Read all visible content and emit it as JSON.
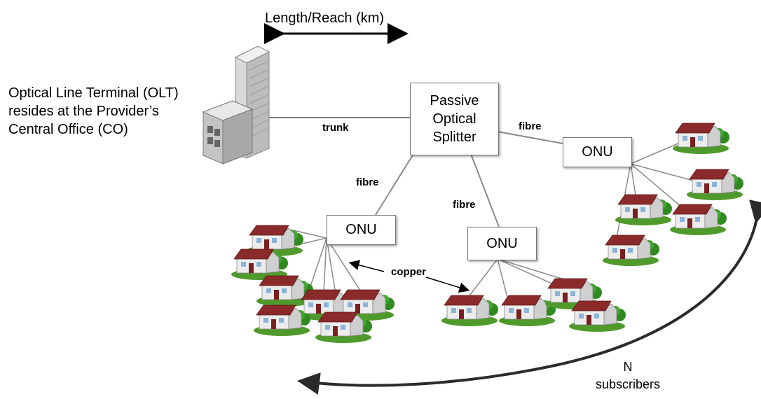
{
  "diagram": {
    "reach_label": "Length/Reach (km)",
    "olt_label": [
      "Optical Line Terminal (OLT)",
      "resides at the Provider’s",
      "Central Office (CO)"
    ],
    "splitter_label": [
      "Passive",
      "Optical",
      "Splitter"
    ],
    "trunk_label": "trunk",
    "fibre_label": "fibre",
    "copper_label": "copper",
    "onu_label": "ONU",
    "subscribers_label": [
      "N",
      "subscribers"
    ]
  }
}
